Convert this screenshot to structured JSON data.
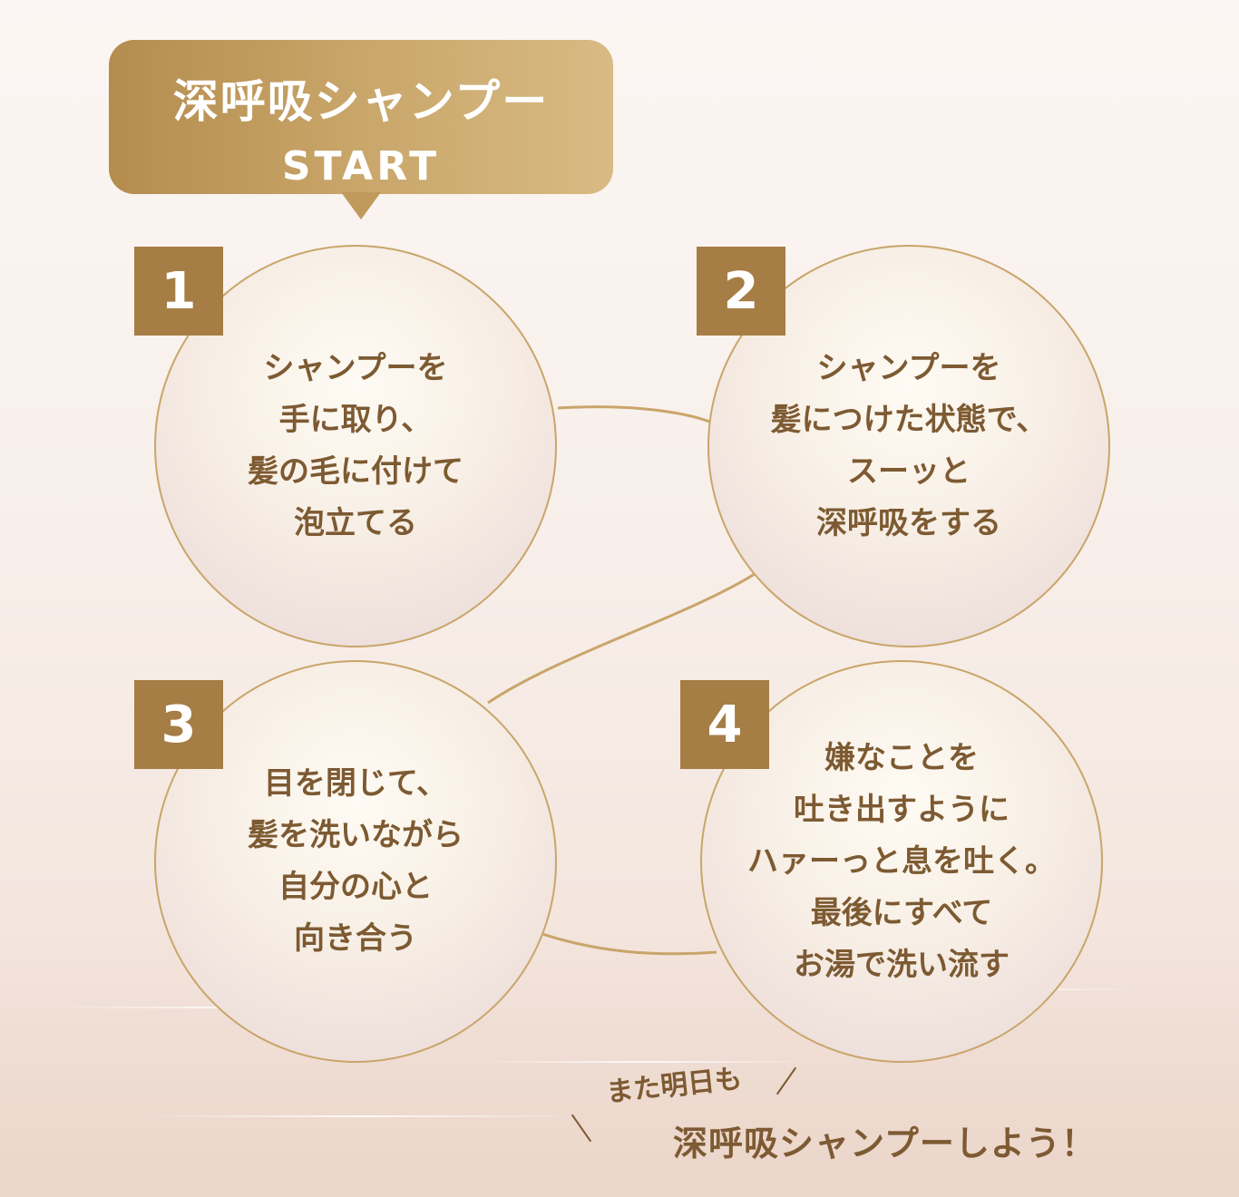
{
  "header": {
    "title": "深呼吸シャンプー",
    "subtitle": "START"
  },
  "steps": [
    {
      "number": "1",
      "lines": [
        "シャンプーを",
        "手に取り、",
        "髪の毛に付けて",
        "泡立てる"
      ]
    },
    {
      "number": "2",
      "lines": [
        "シャンプーを",
        "髪につけた状態で、",
        "スーッと",
        "深呼吸をする"
      ]
    },
    {
      "number": "3",
      "lines": [
        "目を閉じて、",
        "髪を洗いながら",
        "自分の心と",
        "向き合う"
      ]
    },
    {
      "number": "4",
      "lines": [
        "嫌なことを",
        "吐き出すように",
        "ハァーっと息を吐く。",
        "最後にすべて",
        "お湯で洗い流す"
      ]
    }
  ],
  "footer": {
    "small": "また明日も",
    "big": "深呼吸シャンプーしよう！"
  },
  "colors": {
    "gold": "#a57d45",
    "text_brown": "#7d5a32",
    "circle_border": "#c9a56a"
  }
}
